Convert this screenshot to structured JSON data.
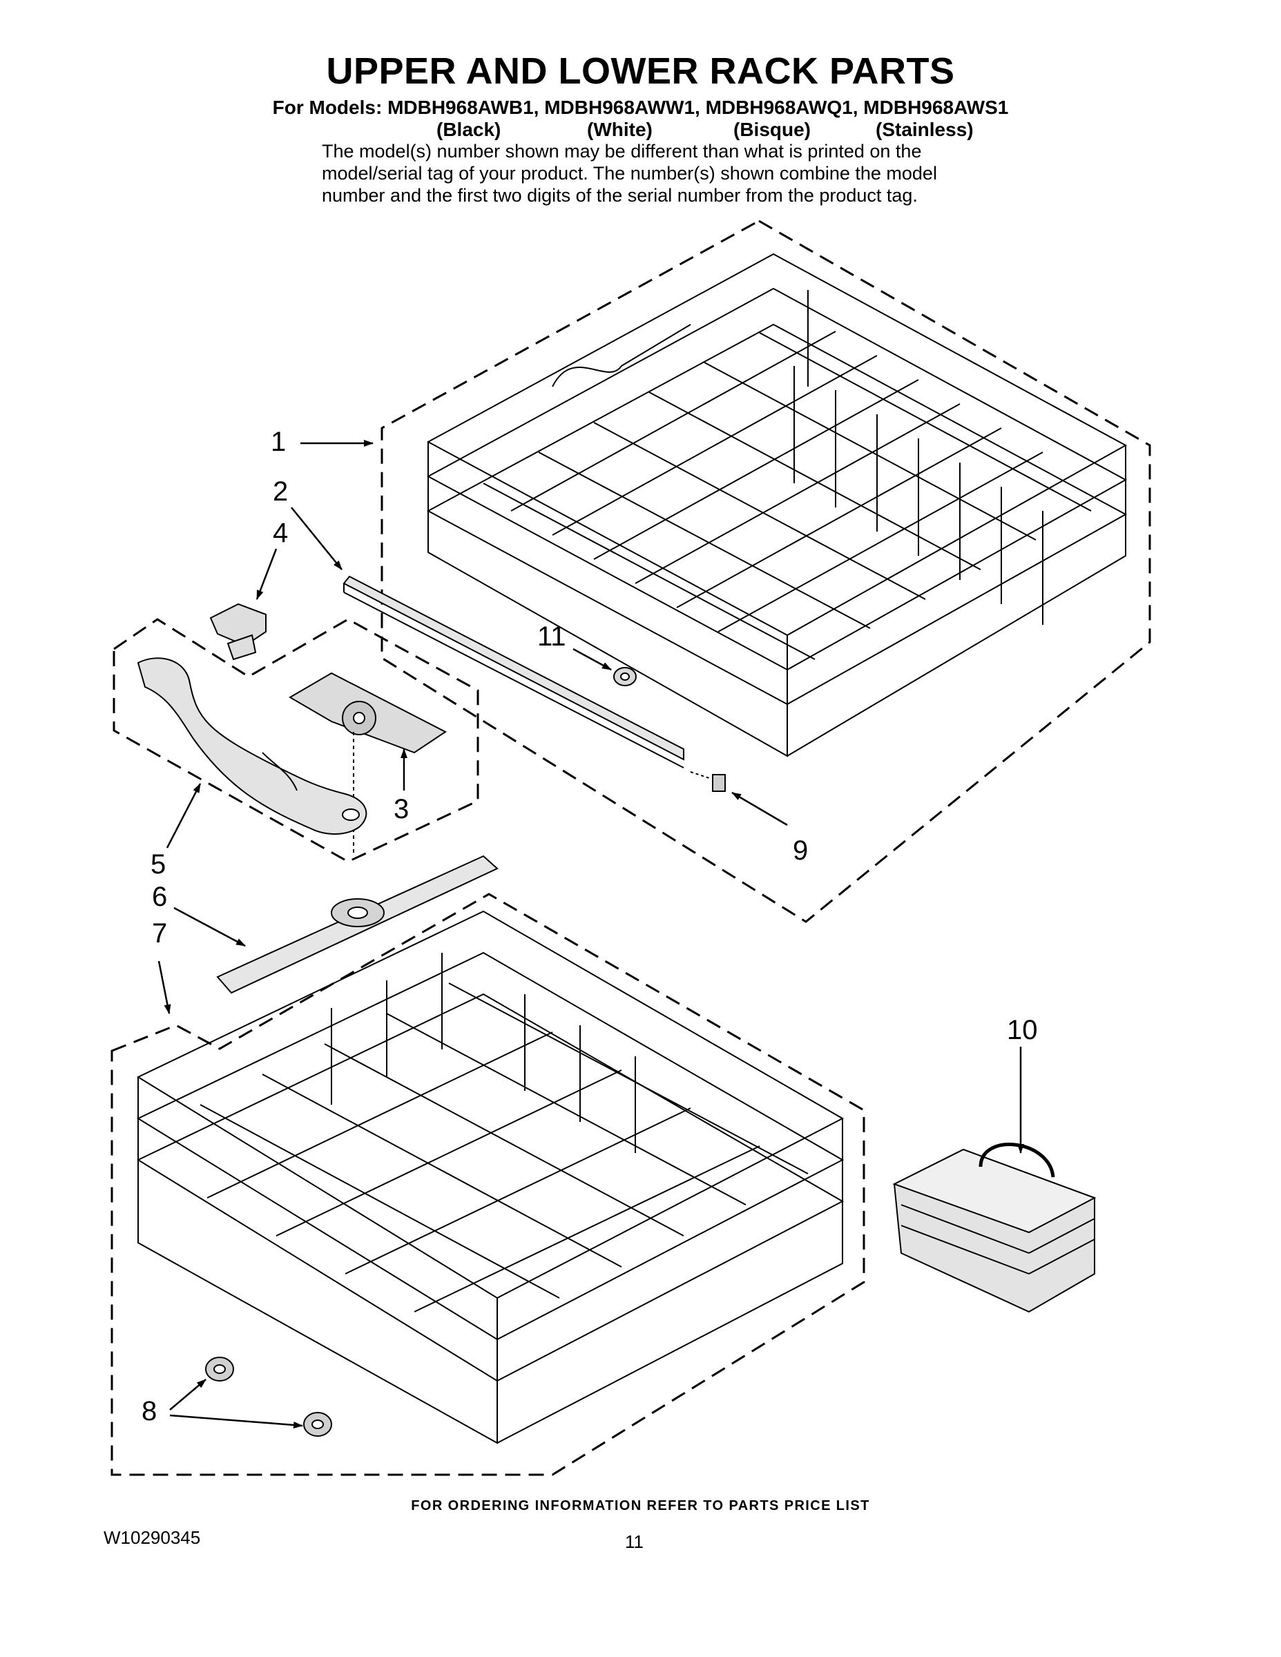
{
  "title": "UPPER AND LOWER RACK PARTS",
  "models_line": "For Models: MDBH968AWB1, MDBH968AWW1, MDBH968AWQ1, MDBH968AWS1",
  "colors": [
    "(Black)",
    "(White)",
    "(Bisque)",
    "(Stainless)"
  ],
  "note_lines": [
    "The model(s) number shown may be different than what is printed on the",
    "model/serial tag of your product. The number(s) shown combine the model",
    "number and the first two digits of the serial number from the product tag."
  ],
  "callouts": [
    "1",
    "2",
    "3",
    "4",
    "5",
    "6",
    "7",
    "8",
    "9",
    "10",
    "11"
  ],
  "footer": "FOR ORDERING INFORMATION REFER TO PARTS PRICE LIST",
  "doc_number": "W10290345",
  "page_number": "11",
  "colors_hex": {
    "ink": "#000000",
    "background": "#ffffff",
    "part_fill": "#e6e6e6"
  }
}
